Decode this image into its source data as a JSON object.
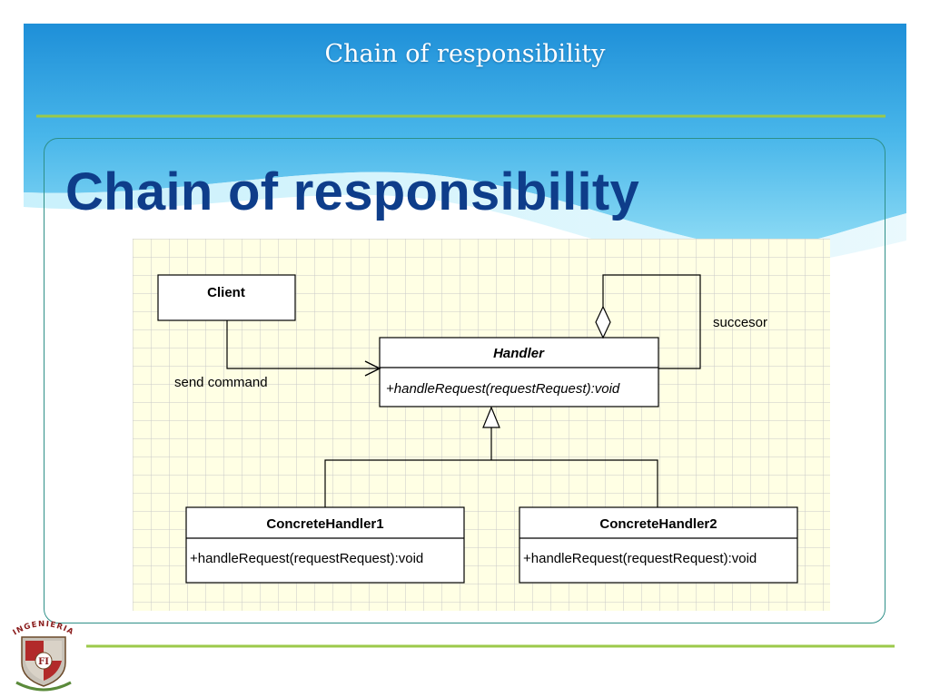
{
  "slide": {
    "header_title": "Chain of responsibility",
    "heading": "Chain of responsibility"
  },
  "diagram": {
    "classes": {
      "client": {
        "name": "Client"
      },
      "handler": {
        "name": "Handler",
        "method": "+handleRequest(requestRequest):void"
      },
      "concrete1": {
        "name": "ConcreteHandler1",
        "method": "+handleRequest(requestRequest):void"
      },
      "concrete2": {
        "name": "ConcreteHandler2",
        "method": "+handleRequest(requestRequest):void"
      }
    },
    "labels": {
      "send_command": "send command",
      "successor": "succesor"
    }
  },
  "logo": {
    "text": "INGENIERIA",
    "initial": "FI"
  },
  "colors": {
    "banner_dark": "#1e8fd8",
    "banner_light": "#6fd0f2",
    "divider": "#9bc94a",
    "frame": "#2e8f88",
    "heading": "#0e3d8a",
    "diagram_bg": "#ffffe4",
    "grid": "#c9c9c9"
  }
}
